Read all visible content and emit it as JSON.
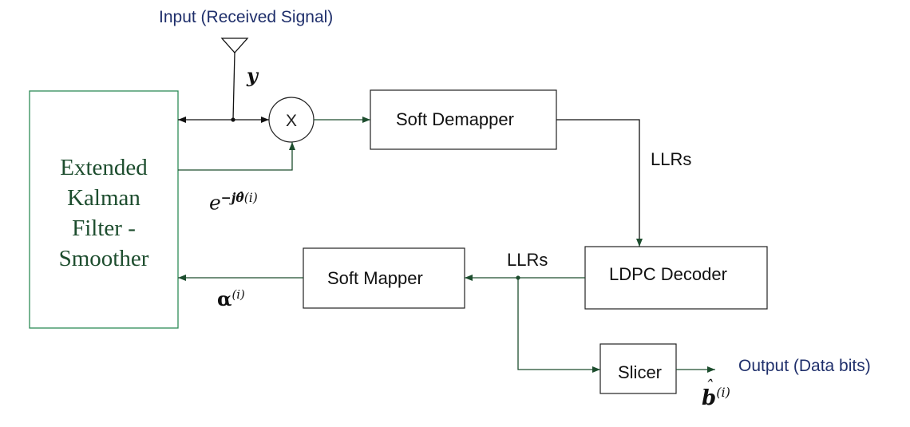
{
  "input_label": "Input (Received Signal)",
  "y_symbol": "y",
  "multiplier_symbol": "X",
  "blocks": {
    "ekf_lines": [
      "Extended",
      "Kalman",
      "Filter -",
      "Smoother"
    ],
    "soft_demapper": "Soft Demapper",
    "ldpc_decoder": "LDPC Decoder",
    "soft_mapper": "Soft Mapper",
    "slicer": "Slicer"
  },
  "llrs_right": "LLRs",
  "llrs_mid": "LLRs",
  "phase_term": {
    "base": "e",
    "exponent": "−jθ̂",
    "superscript": "(i)"
  },
  "alpha_term": {
    "symbol": "α",
    "superscript": "(i)"
  },
  "b_term": {
    "symbol": "b",
    "hat": "ˆ",
    "superscript": "(i)"
  },
  "output_label": "Output (Data bits)",
  "colors": {
    "arrow": "#1d4d2e",
    "ekf_border": "#2e8b57",
    "text_blue": "#1f2f6b"
  }
}
